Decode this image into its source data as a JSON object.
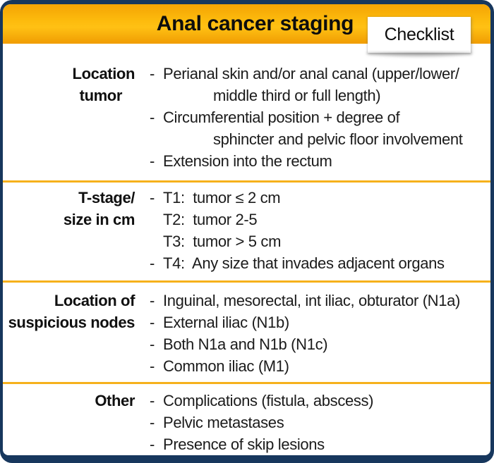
{
  "card": {
    "title": "Anal cancer staging",
    "tab_label": "Checklist",
    "bullet_char": "-",
    "colors": {
      "border_navy": "#17375d",
      "divider_gold": "#f6b11c",
      "header_top": "#f4a404",
      "header_mid": "#fdbb0d",
      "header_bottom": "#f09c02",
      "panel_bg": "#ffffff",
      "text": "#1b1b1b"
    },
    "rows": [
      {
        "label_lines": [
          "Location",
          "tumor"
        ],
        "items": [
          {
            "dash": true,
            "lines": [
              "Perianal skin and/or anal canal (upper/lower/",
              "middle third or full length)"
            ]
          },
          {
            "dash": true,
            "lines": [
              "Circumferential position + degree of",
              "sphincter and pelvic floor involvement"
            ]
          },
          {
            "dash": true,
            "lines": [
              "Extension into the rectum"
            ]
          }
        ]
      },
      {
        "label_lines": [
          "T-stage/",
          "size in cm"
        ],
        "items": [
          {
            "dash": true,
            "lines": [
              "T1:  tumor ≤ 2 cm"
            ]
          },
          {
            "dash": false,
            "lines": [
              "T2:  tumor 2-5"
            ]
          },
          {
            "dash": false,
            "lines": [
              "T3:  tumor > 5 cm"
            ]
          },
          {
            "dash": true,
            "lines": [
              "T4:  Any size that invades adjacent organs"
            ]
          }
        ]
      },
      {
        "label_lines": [
          "Location of",
          "suspicious nodes"
        ],
        "items": [
          {
            "dash": true,
            "lines": [
              "Inguinal, mesorectal, int iliac, obturator (N1a)"
            ]
          },
          {
            "dash": true,
            "lines": [
              "External iliac (N1b)"
            ]
          },
          {
            "dash": true,
            "lines": [
              "Both N1a and N1b (N1c)"
            ]
          },
          {
            "dash": true,
            "lines": [
              "Common iliac (M1)"
            ]
          }
        ]
      },
      {
        "label_lines": [
          "Other"
        ],
        "items": [
          {
            "dash": true,
            "lines": [
              "Complications (fistula, abscess)"
            ]
          },
          {
            "dash": true,
            "lines": [
              "Pelvic metastases"
            ]
          },
          {
            "dash": true,
            "lines": [
              "Presence of skip lesions"
            ]
          }
        ]
      }
    ]
  }
}
